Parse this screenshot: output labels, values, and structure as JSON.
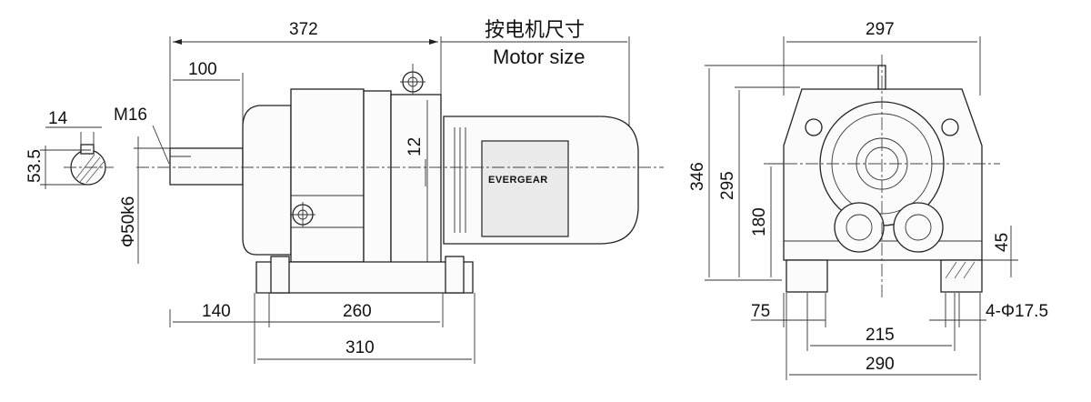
{
  "labels": {
    "motor_size_cn": "按电机尺寸",
    "motor_size_en": "Motor size",
    "brand": "EVERGEAR"
  },
  "dimensions": {
    "total_length": "372",
    "shaft_length": "100",
    "key_width": "14",
    "thread": "M16",
    "shaft_height": "53.5",
    "shaft_dia": "Φ50k6",
    "offset": "12",
    "front_to_foot": "140",
    "foot_span_side": "260",
    "base_length": "310",
    "width_top": "297",
    "total_height": "346",
    "height_295": "295",
    "center_height": "180",
    "foot_height": "45",
    "foot_edge": "75",
    "holes": "4-Φ17.5",
    "hole_span": "215",
    "base_width": "290"
  }
}
